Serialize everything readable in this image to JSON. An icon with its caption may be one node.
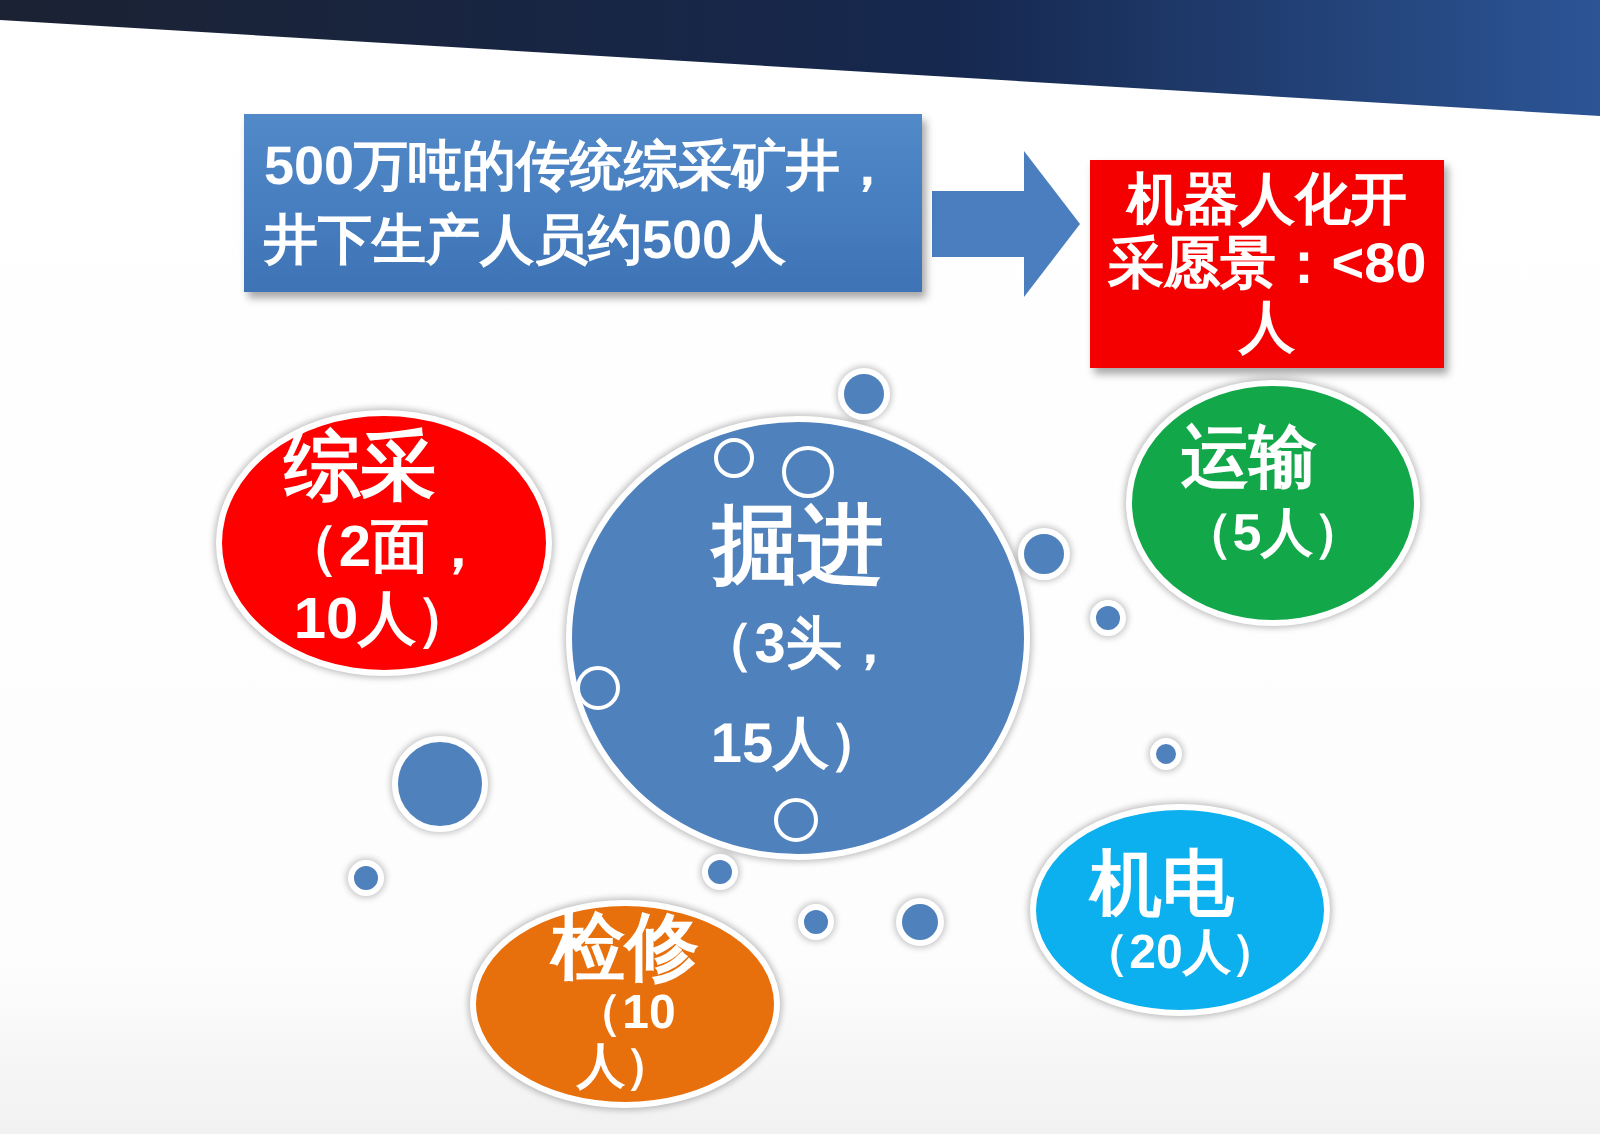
{
  "diagram": {
    "nodes": [
      {
        "text": [
          "500万吨的传统综采矿井，井下生产人员约500人"
        ]
      },
      {
        "text": [
          "机器人化开采愿景：<80人"
        ]
      },
      {
        "text": [],
        "shape": "circle"
      },
      {
        "text": [
          "综采",
          "（2面，10人）"
        ]
      },
      {
        "text": [
          "掘进",
          "（3头，15人）"
        ]
      },
      {
        "text": [],
        "shape": "ring",
        "in": 4
      },
      {
        "text": [],
        "shape": "ring",
        "in": 4
      },
      {
        "text": [],
        "shape": "ring",
        "in": 4
      },
      {
        "text": [],
        "shape": "ring",
        "in": 4
      },
      {
        "text": [
          "运输",
          "（5人）"
        ]
      },
      {
        "text": [],
        "shape": "circle"
      },
      {
        "text": [],
        "shape": "circle"
      },
      {
        "text": [],
        "shape": "circle"
      },
      {
        "text": [],
        "shape": "circle"
      },
      {
        "text": [],
        "shape": "circle"
      },
      {
        "text": [],
        "shape": "circle"
      },
      {
        "text": [
          "机电",
          "（20人）"
        ]
      },
      {
        "text": [],
        "shape": "circle"
      },
      {
        "text": [],
        "shape": "circle"
      },
      {
        "text": [
          "检修",
          "（10人）"
        ]
      }
    ],
    "edges": [
      {
        "from": 0,
        "to": 1,
        "arrow": "to"
      }
    ]
  }
}
